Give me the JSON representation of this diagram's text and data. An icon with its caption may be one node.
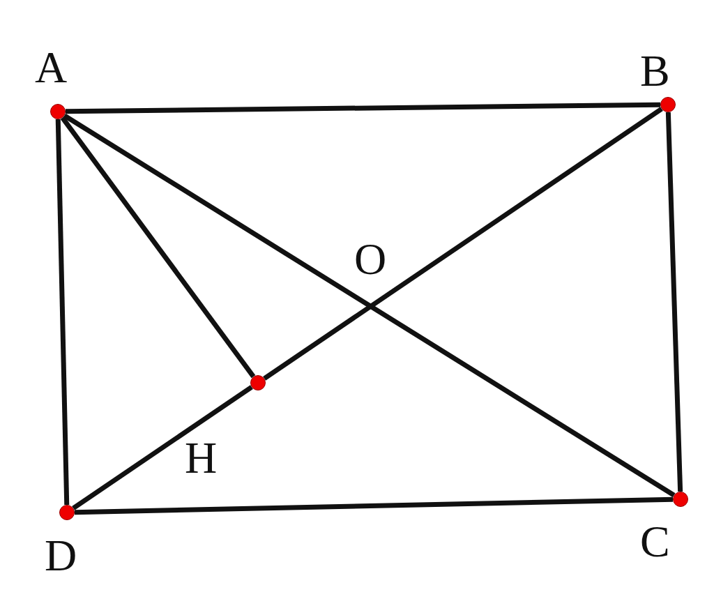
{
  "diagram": {
    "nodes": [
      {
        "text": [
          "A"
        ]
      },
      {
        "text": [
          "B"
        ]
      },
      {
        "text": [
          "C"
        ]
      },
      {
        "text": [
          "D"
        ]
      },
      {
        "text": [
          "H"
        ]
      }
    ],
    "edges": [
      {
        "from": 0,
        "to": 1,
        "arrow": "none"
      },
      {
        "from": 1,
        "to": 2,
        "arrow": "none"
      },
      {
        "from": 2,
        "to": 3,
        "arrow": "none"
      },
      {
        "from": 3,
        "to": 0,
        "arrow": "none"
      },
      {
        "from": 0,
        "to": 2,
        "arrow": "none"
      },
      {
        "from": 1,
        "to": 4,
        "arrow": "none"
      },
      {
        "from": 4,
        "to": 3,
        "arrow": "none"
      },
      {
        "from": 0,
        "to": 4,
        "arrow": "none"
      }
    ],
    "labels": [
      "O"
    ]
  }
}
